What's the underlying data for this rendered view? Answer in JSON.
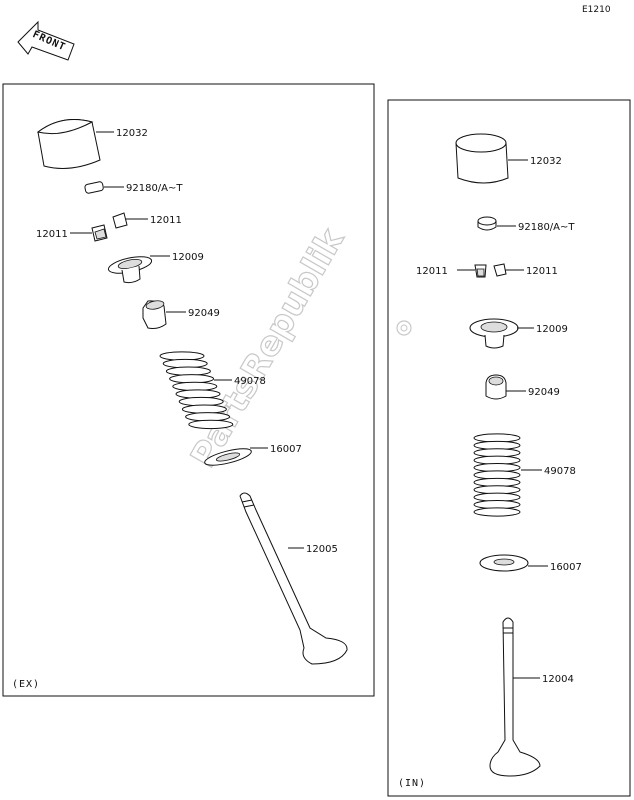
{
  "diagram_code": "E1210",
  "front_arrow_text": "FRONT",
  "watermark_text": "PartsRepublik",
  "panels": {
    "ex": {
      "tag": "(EX)",
      "labels": {
        "tappet": "12032",
        "shim": "92180/A~T",
        "cotter_right": "12011",
        "cotter_left": "12011",
        "retainer": "12009",
        "seal": "92049",
        "spring": "49078",
        "seat": "16007",
        "valve": "12005"
      }
    },
    "in": {
      "tag": "(IN)",
      "labels": {
        "tappet": "12032",
        "shim": "92180/A~T",
        "cotter_left": "12011",
        "cotter_right": "12011",
        "retainer": "12009",
        "seal": "92049",
        "spring": "49078",
        "seat": "16007",
        "valve": "12004"
      }
    }
  }
}
